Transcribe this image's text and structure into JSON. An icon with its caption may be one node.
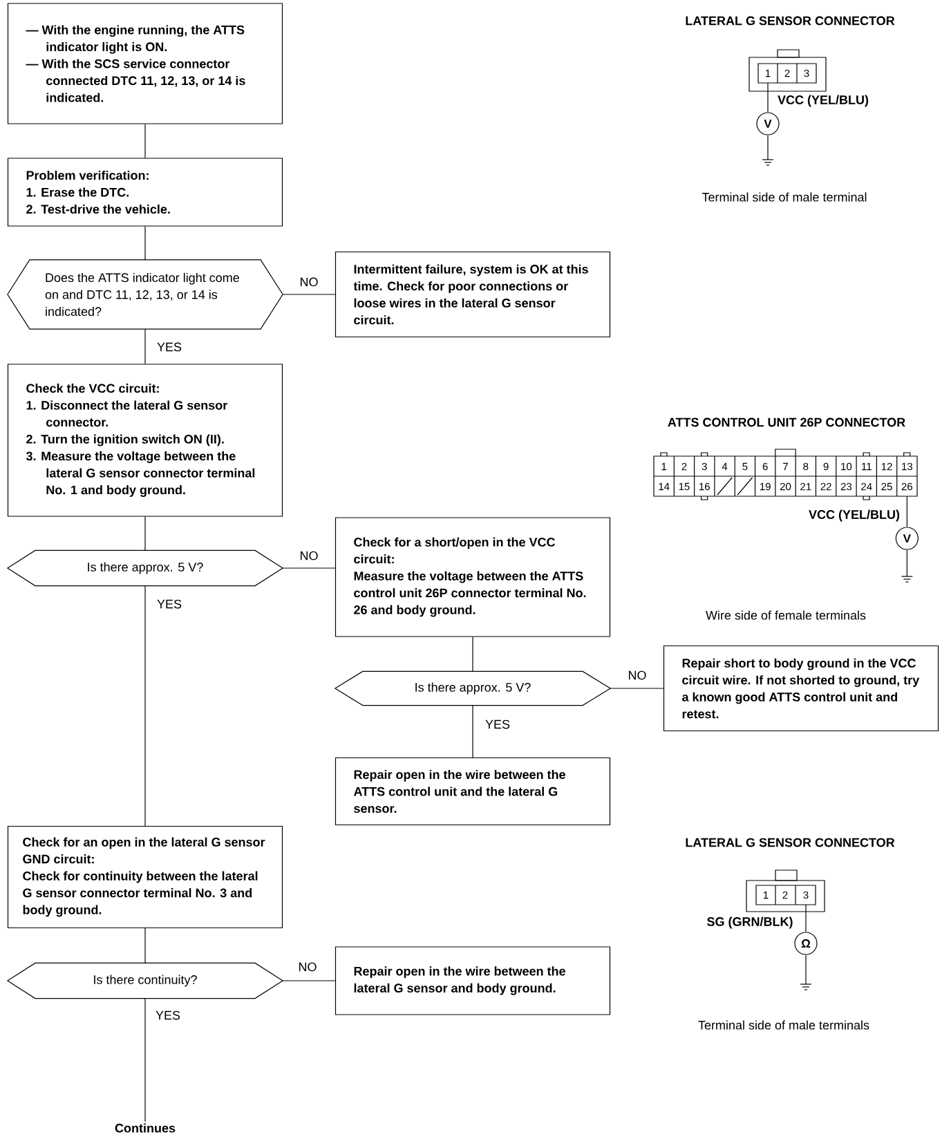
{
  "diagram": {
    "nodes": [
      {
        "text": [
          "— With the engine running, the ATTS indicator light is ON.",
          "— With the SCS service connector connected DTC 11, 12, 13, or 14 is indicated."
        ]
      },
      {
        "text": [
          "Problem verification:",
          "1. Erase the DTC.",
          "2. Test-drive the vehicle."
        ]
      },
      {
        "text": [
          "Does the ATTS indicator light come on and DTC 11, 12, 13, or 14 is indicated?"
        ]
      },
      {
        "text": [
          "Intermittent failure, system is OK at this time. Check for poor connections or loose wires in the lateral G sensor circuit."
        ]
      },
      {
        "text": [
          "Check the VCC circuit:",
          "1. Disconnect the lateral G sensor connector.",
          "2. Turn the ignition switch ON (II).",
          "3. Measure the voltage between the lateral G sensor connector terminal No. 1 and body ground."
        ]
      },
      {
        "text": [
          "Is there approx. 5 V?"
        ]
      },
      {
        "text": [
          "Check for a short/open in the VCC circuit:",
          "Measure the voltage between the ATTS control unit 26P connector terminal No. 26 and body ground."
        ]
      },
      {
        "text": [
          "Is there approx. 5 V?"
        ]
      },
      {
        "text": [
          "Repair short to body ground in the VCC circuit wire. If not shorted to ground, try a known good ATTS control unit and retest."
        ]
      },
      {
        "text": [
          "Repair open in the wire between the ATTS control unit and the lateral G sensor."
        ]
      },
      {
        "text": [
          "Check for an open in the lateral G sensor GND circuit:",
          "Check for continuity between the lateral G sensor connector terminal No. 3 and body ground."
        ]
      },
      {
        "text": [
          "Is there continuity?"
        ]
      },
      {
        "text": [
          "Repair open in the wire between the lateral G sensor and body ground."
        ]
      },
      {
        "text": [
          "Continues"
        ]
      }
    ],
    "edges": [
      {
        "from": 0,
        "to": 1,
        "arrow": "none"
      },
      {
        "from": 1,
        "to": 2,
        "arrow": "none"
      },
      {
        "from": 2,
        "to": 3,
        "arrow": "none",
        "label": "NO"
      },
      {
        "from": 2,
        "to": 4,
        "arrow": "none",
        "label": "YES"
      },
      {
        "from": 4,
        "to": 5,
        "arrow": "none"
      },
      {
        "from": 5,
        "to": 6,
        "arrow": "none",
        "label": "NO"
      },
      {
        "from": 5,
        "to": 10,
        "arrow": "none",
        "label": "YES"
      },
      {
        "from": 6,
        "to": 7,
        "arrow": "none"
      },
      {
        "from": 7,
        "to": 8,
        "arrow": "none",
        "label": "NO"
      },
      {
        "from": 7,
        "to": 9,
        "arrow": "none",
        "label": "YES"
      },
      {
        "from": 10,
        "to": 11,
        "arrow": "none"
      },
      {
        "from": 11,
        "to": 12,
        "arrow": "none",
        "label": "NO"
      },
      {
        "from": 11,
        "to": 13,
        "arrow": "none",
        "label": "YES"
      }
    ],
    "labels": [
      "LATERAL G SENSOR CONNECTOR",
      "1",
      "2",
      "3",
      "VCC (YEL/BLU)",
      "V",
      "Terminal side of male terminal",
      "ATTS CONTROL UNIT 26P CONNECTOR",
      "1",
      "2",
      "3",
      "4",
      "5",
      "6",
      "7",
      "8",
      "9",
      "10",
      "11",
      "12",
      "13",
      "14",
      "15",
      "16",
      "19",
      "20",
      "21",
      "22",
      "23",
      "24",
      "25",
      "26",
      "VCC (YEL/BLU)",
      "V",
      "Wire side of female terminals",
      "LATERAL G SENSOR CONNECTOR",
      "1",
      "2",
      "3",
      "SG (GRN/BLK)",
      "Ω",
      "Terminal side of male terminals"
    ]
  }
}
